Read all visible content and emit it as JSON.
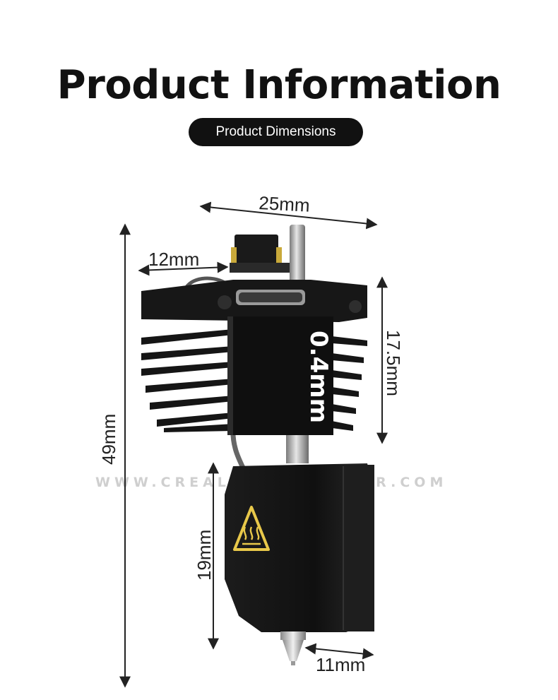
{
  "header": {
    "title": "Product Information",
    "subtitle_pill": "Product Dimensions"
  },
  "dimensions": {
    "top_width": "25mm",
    "connector_width": "12mm",
    "total_height": "49mm",
    "heatsink_height": "17.5mm",
    "heater_block_height": "19mm",
    "nozzle_width": "11mm"
  },
  "product": {
    "nozzle_size_label": "0.4mm",
    "watermark": "WWW.CREALITY3DPRINTER.COM",
    "warning_icon": "hot-surface-warning-icon"
  },
  "colors": {
    "background": "#ffffff",
    "text": "#111111",
    "pill_background": "#111111",
    "pill_text": "#ffffff",
    "metal_dark": "#141414",
    "warning_yellow": "#e8c84a"
  }
}
